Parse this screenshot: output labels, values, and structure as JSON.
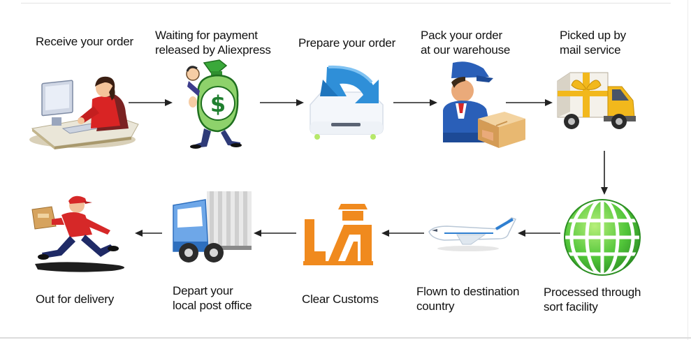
{
  "steps": {
    "receive": "Receive your order",
    "payment": "Waiting for payment\nreleased by Aliexpress",
    "prepare": "Prepare your order",
    "pack": "Pack your order\nat our warehouse",
    "picked": "Picked up by\nmail service",
    "processed": "Processed through\nsort facility",
    "flown": "Flown to destination\ncountry",
    "customs": "Clear Customs",
    "depart": "Depart your\nlocal post office",
    "delivery": "Out for delivery"
  },
  "colors": {
    "money_green": "#3aa83a",
    "sky_blue": "#2f8fd8",
    "truck_yellow": "#f2b81c",
    "globe_green": "#52c63a",
    "customs_orange": "#f08a1e",
    "courier_red": "#d62828"
  },
  "icons": {
    "receive": "operator-at-computer-icon",
    "payment": "money-bag-icon",
    "prepare": "download-tray-icon",
    "pack": "warehouse-worker-icon",
    "picked": "gift-truck-icon",
    "processed": "globe-icon",
    "flown": "airplane-icon",
    "customs": "customs-officer-icon",
    "depart": "post-truck-icon",
    "delivery": "running-courier-icon"
  }
}
